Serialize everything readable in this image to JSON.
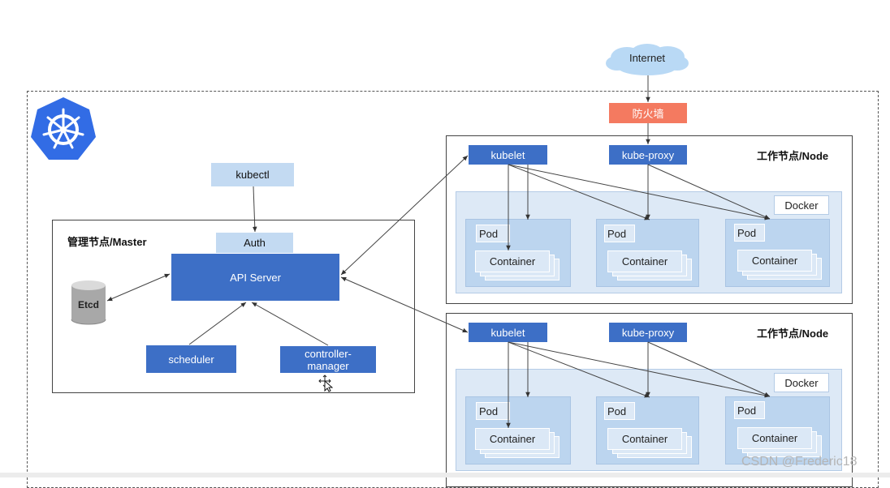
{
  "internet": "Internet",
  "firewall": "防火墙",
  "kubectl": "kubectl",
  "master": {
    "title": "管理节点/Master",
    "auth": "Auth",
    "api_server": "API Server",
    "etcd": "Etcd",
    "scheduler": "scheduler",
    "controller_manager": "controller-\nmanager"
  },
  "nodes": [
    {
      "title": "工作节点/Node",
      "kubelet": "kubelet",
      "kube_proxy": "kube-proxy",
      "docker": "Docker",
      "pods": [
        {
          "pod": "Pod",
          "container": "Container"
        },
        {
          "pod": "Pod",
          "container": "Container"
        },
        {
          "pod": "Pod",
          "container": "Container"
        }
      ]
    },
    {
      "title": "工作节点/Node",
      "kubelet": "kubelet",
      "kube_proxy": "kube-proxy",
      "docker": "Docker",
      "pods": [
        {
          "pod": "Pod",
          "container": "Container"
        },
        {
          "pod": "Pod",
          "container": "Container"
        },
        {
          "pod": "Pod",
          "container": "Container"
        }
      ]
    }
  ],
  "watermark": "CSDN @Frederic18",
  "colors": {
    "component_blue": "#3d6fc6",
    "light_blue": "#c3daf2",
    "docker_bg": "#dde9f6",
    "firewall": "#f47a60",
    "cloud": "#b9d9f5",
    "k8s_logo": "#326ce5"
  },
  "icons": [
    "kubernetes-logo-icon",
    "cloud-icon",
    "database-icon",
    "move-cursor-icon"
  ]
}
